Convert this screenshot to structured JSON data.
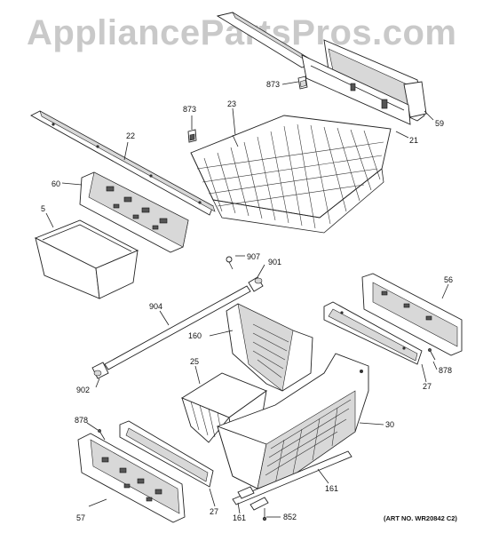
{
  "watermark": "AppliancePartsPros.com",
  "art_number": "(ART NO. WR20842 C2)",
  "callouts": {
    "c59": "59",
    "c873a": "873",
    "c873b": "873",
    "c23": "23",
    "c21": "21",
    "c22": "22",
    "c60": "60",
    "c5": "5",
    "c907": "907",
    "c901": "901",
    "c56": "56",
    "c904": "904",
    "c160": "160",
    "c25": "25",
    "c878a": "878",
    "c27a": "27",
    "c902": "902",
    "c30": "30",
    "c878b": "878",
    "c161a": "161",
    "c57": "57",
    "c27b": "27",
    "c161b": "161",
    "c852": "852"
  }
}
